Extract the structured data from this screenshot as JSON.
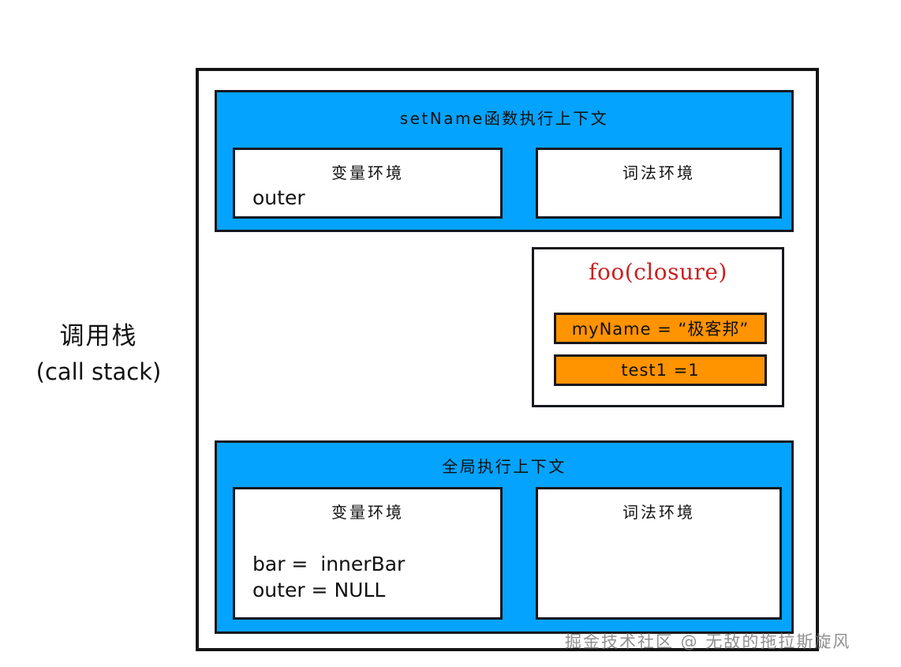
{
  "diagram": {
    "title_label": {
      "cn": "调用栈",
      "en": "(call stack)"
    },
    "frame_name": "call-stack",
    "colors": {
      "context_blue": "#04A3FE",
      "closure_var_orange": "#FF9300",
      "closure_title_red": "#CC1F1F",
      "outline_black": "#16181d",
      "background_white": "#FFFFFF",
      "watermark_gray": "#787878"
    },
    "contexts": [
      {
        "id": "setname-context",
        "title": "setName函数执行上下文",
        "envs": [
          {
            "id": "variable-environment",
            "title": "变量环境",
            "lines": [
              "outer"
            ]
          },
          {
            "id": "lexical-environment",
            "title": "词法环境",
            "lines": []
          }
        ]
      },
      {
        "id": "global-context",
        "title": "全局执行上下文",
        "envs": [
          {
            "id": "variable-environment",
            "title": "变量环境",
            "lines": [
              "bar =  innerBar",
              "outer = NULL"
            ]
          },
          {
            "id": "lexical-environment",
            "title": "词法环境",
            "lines": []
          }
        ]
      }
    ],
    "closure": {
      "id": "foo-closure",
      "title": "foo(closure)",
      "variables": [
        "myName = “极客邦”",
        "test1 =1"
      ]
    },
    "watermark": "掘金技术社区 @ 无敌的拖拉斯旋风"
  }
}
